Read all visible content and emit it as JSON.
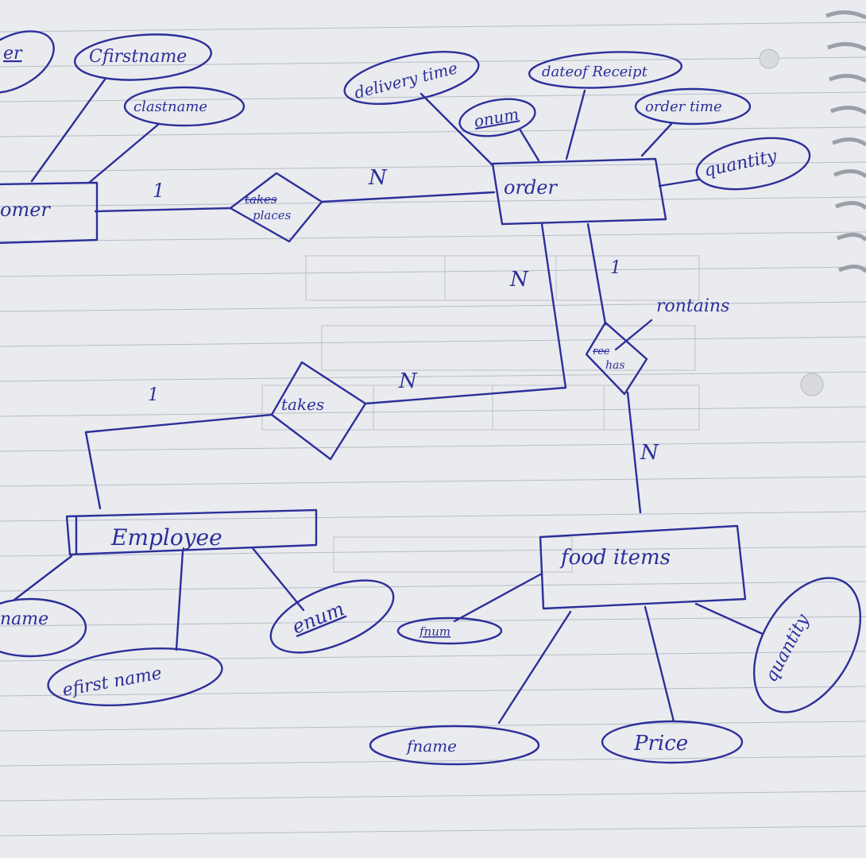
{
  "entities": {
    "customer": "omer",
    "order": "order",
    "employee": "Employee",
    "food_items": "food items"
  },
  "relationships": {
    "places_strike": "takes",
    "places": "places",
    "takes": "takes",
    "has_strike": "rec",
    "has": "has",
    "contains": "rontains"
  },
  "attributes": {
    "customer_partial": "er",
    "cfirstname": "Cfirstname",
    "clastname": "clastname",
    "delivery_time": "delivery time",
    "onum": "onum",
    "date_of_receipt": "dateof Receipt",
    "order_time": "order time",
    "order_quantity": "quantity",
    "employee_lastname": "name",
    "efirstname": "efirst name",
    "enum": "enum",
    "fnum": "fnum",
    "fname": "fname",
    "price": "Price",
    "food_quantity": "quantity"
  },
  "cardinalities": {
    "customer_places": "1",
    "order_places": "N",
    "order_takes": "N",
    "employee_takes": "1",
    "order_has": "1",
    "food_has": "N",
    "takes_side": "N"
  },
  "colors": {
    "ink": "#2c2f9a",
    "paper": "#e9ebee",
    "rule": "#b7bcc6"
  }
}
